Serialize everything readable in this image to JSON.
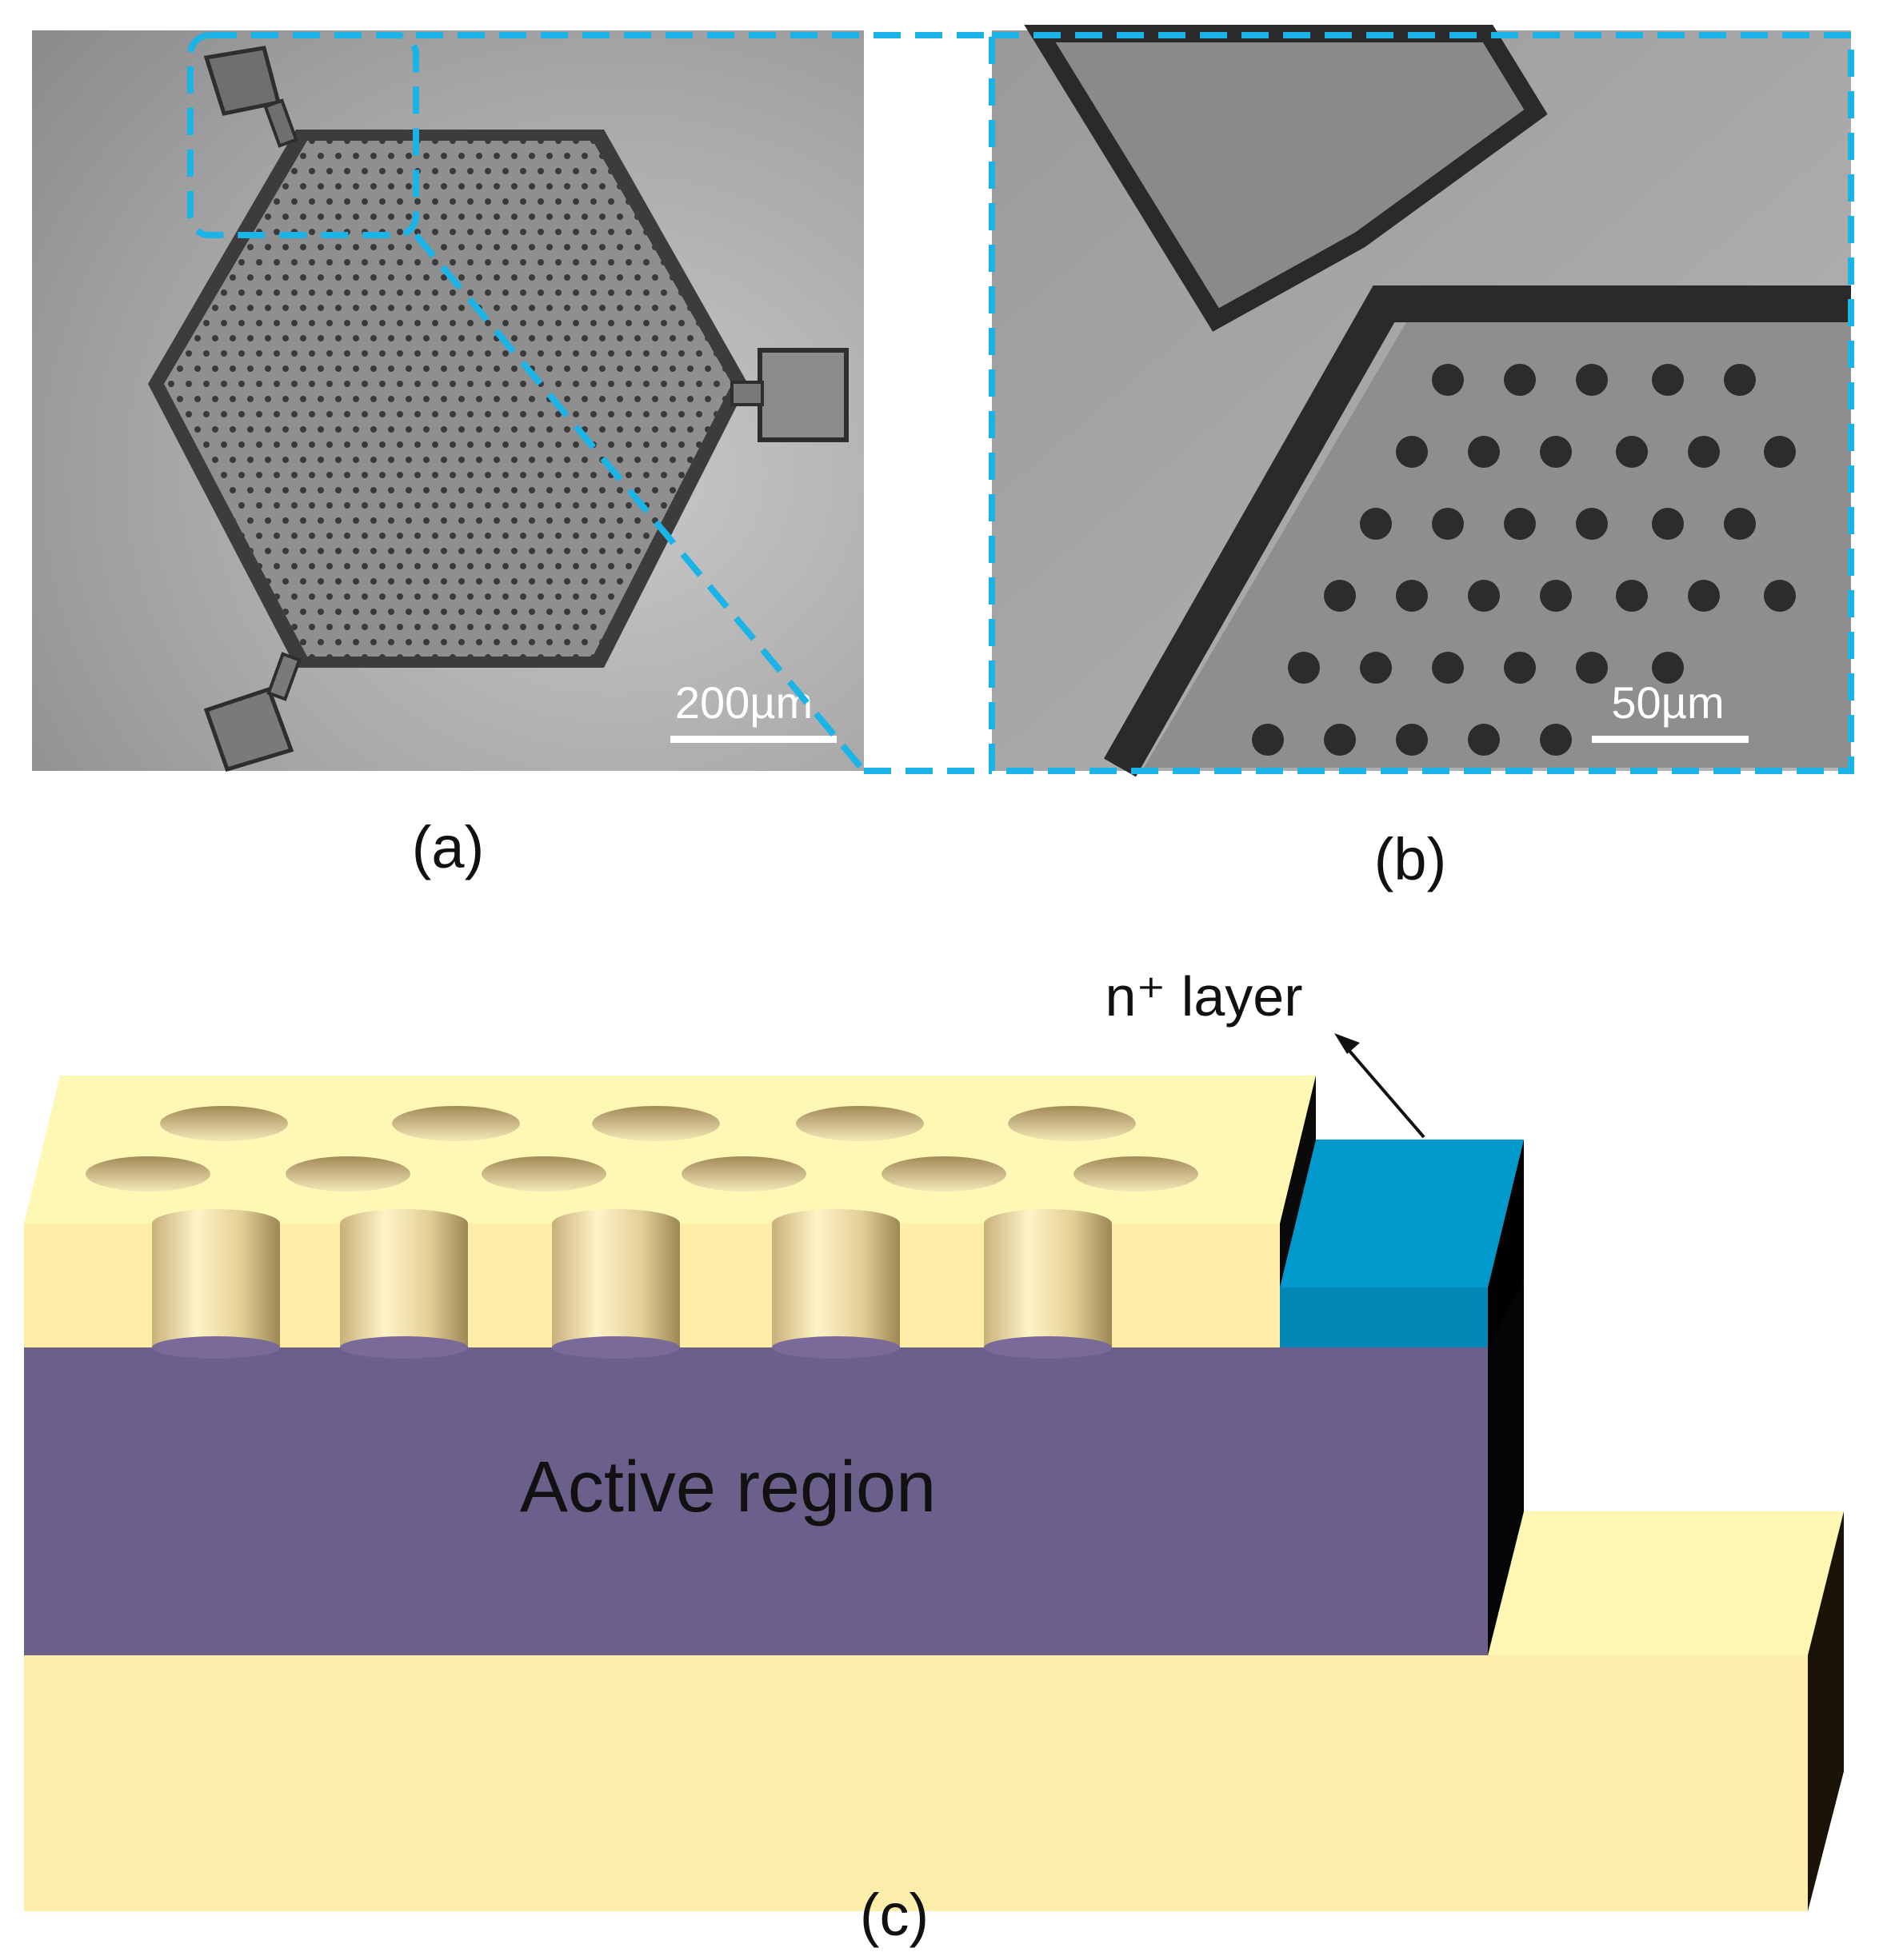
{
  "panels": {
    "a": {
      "label": "(a)",
      "scale_bar": "200µm"
    },
    "b": {
      "label": "(b)",
      "scale_bar": "50µm"
    },
    "c": {
      "label": "(c)",
      "n_layer_label": "n⁺ layer",
      "active_label": "Active region"
    }
  },
  "colors": {
    "highlight": "#1ab4e8",
    "active_region": "#6b5f8c",
    "substrate": "#fff7b3",
    "n_layer": "#0096c8",
    "sem_background": "#a9a9a9",
    "sem_device": "#8a8a8a"
  }
}
